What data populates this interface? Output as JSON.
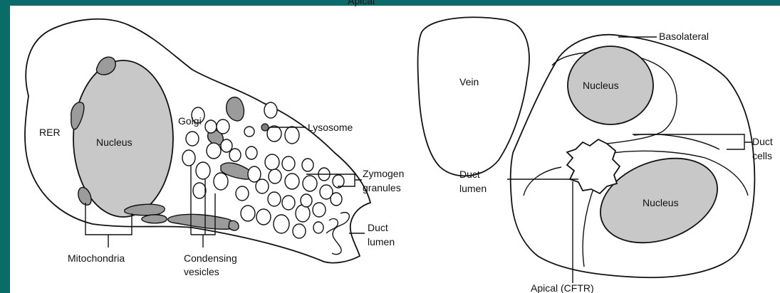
{
  "colors": {
    "background": "#0a6b6b",
    "panel": "#ffffff",
    "nucleus": "#c8c8c8",
    "organelle": "#9b9b9b"
  },
  "left_cell": {
    "labels": {
      "rer": "RER",
      "nucleus": "Nucleus",
      "golgi": "Golgi",
      "lysosome": "Lysosome",
      "zymogen": [
        "Zymogen",
        "granules"
      ],
      "duct_lumen": [
        "Duct",
        "lumen"
      ],
      "mitochondria": "Mitochondria",
      "condensing": [
        "Condensing",
        "vesicles"
      ]
    }
  },
  "right_cell": {
    "labels": {
      "basolateral": "Basolateral",
      "vein": "Vein",
      "nucleus_top": "Nucleus",
      "nucleus_bottom": "Nucleus",
      "duct_cells": [
        "Duct",
        "cells"
      ],
      "duct_lumen": [
        "Duct",
        "lumen"
      ],
      "apical": "Apical (CFTR)"
    }
  }
}
